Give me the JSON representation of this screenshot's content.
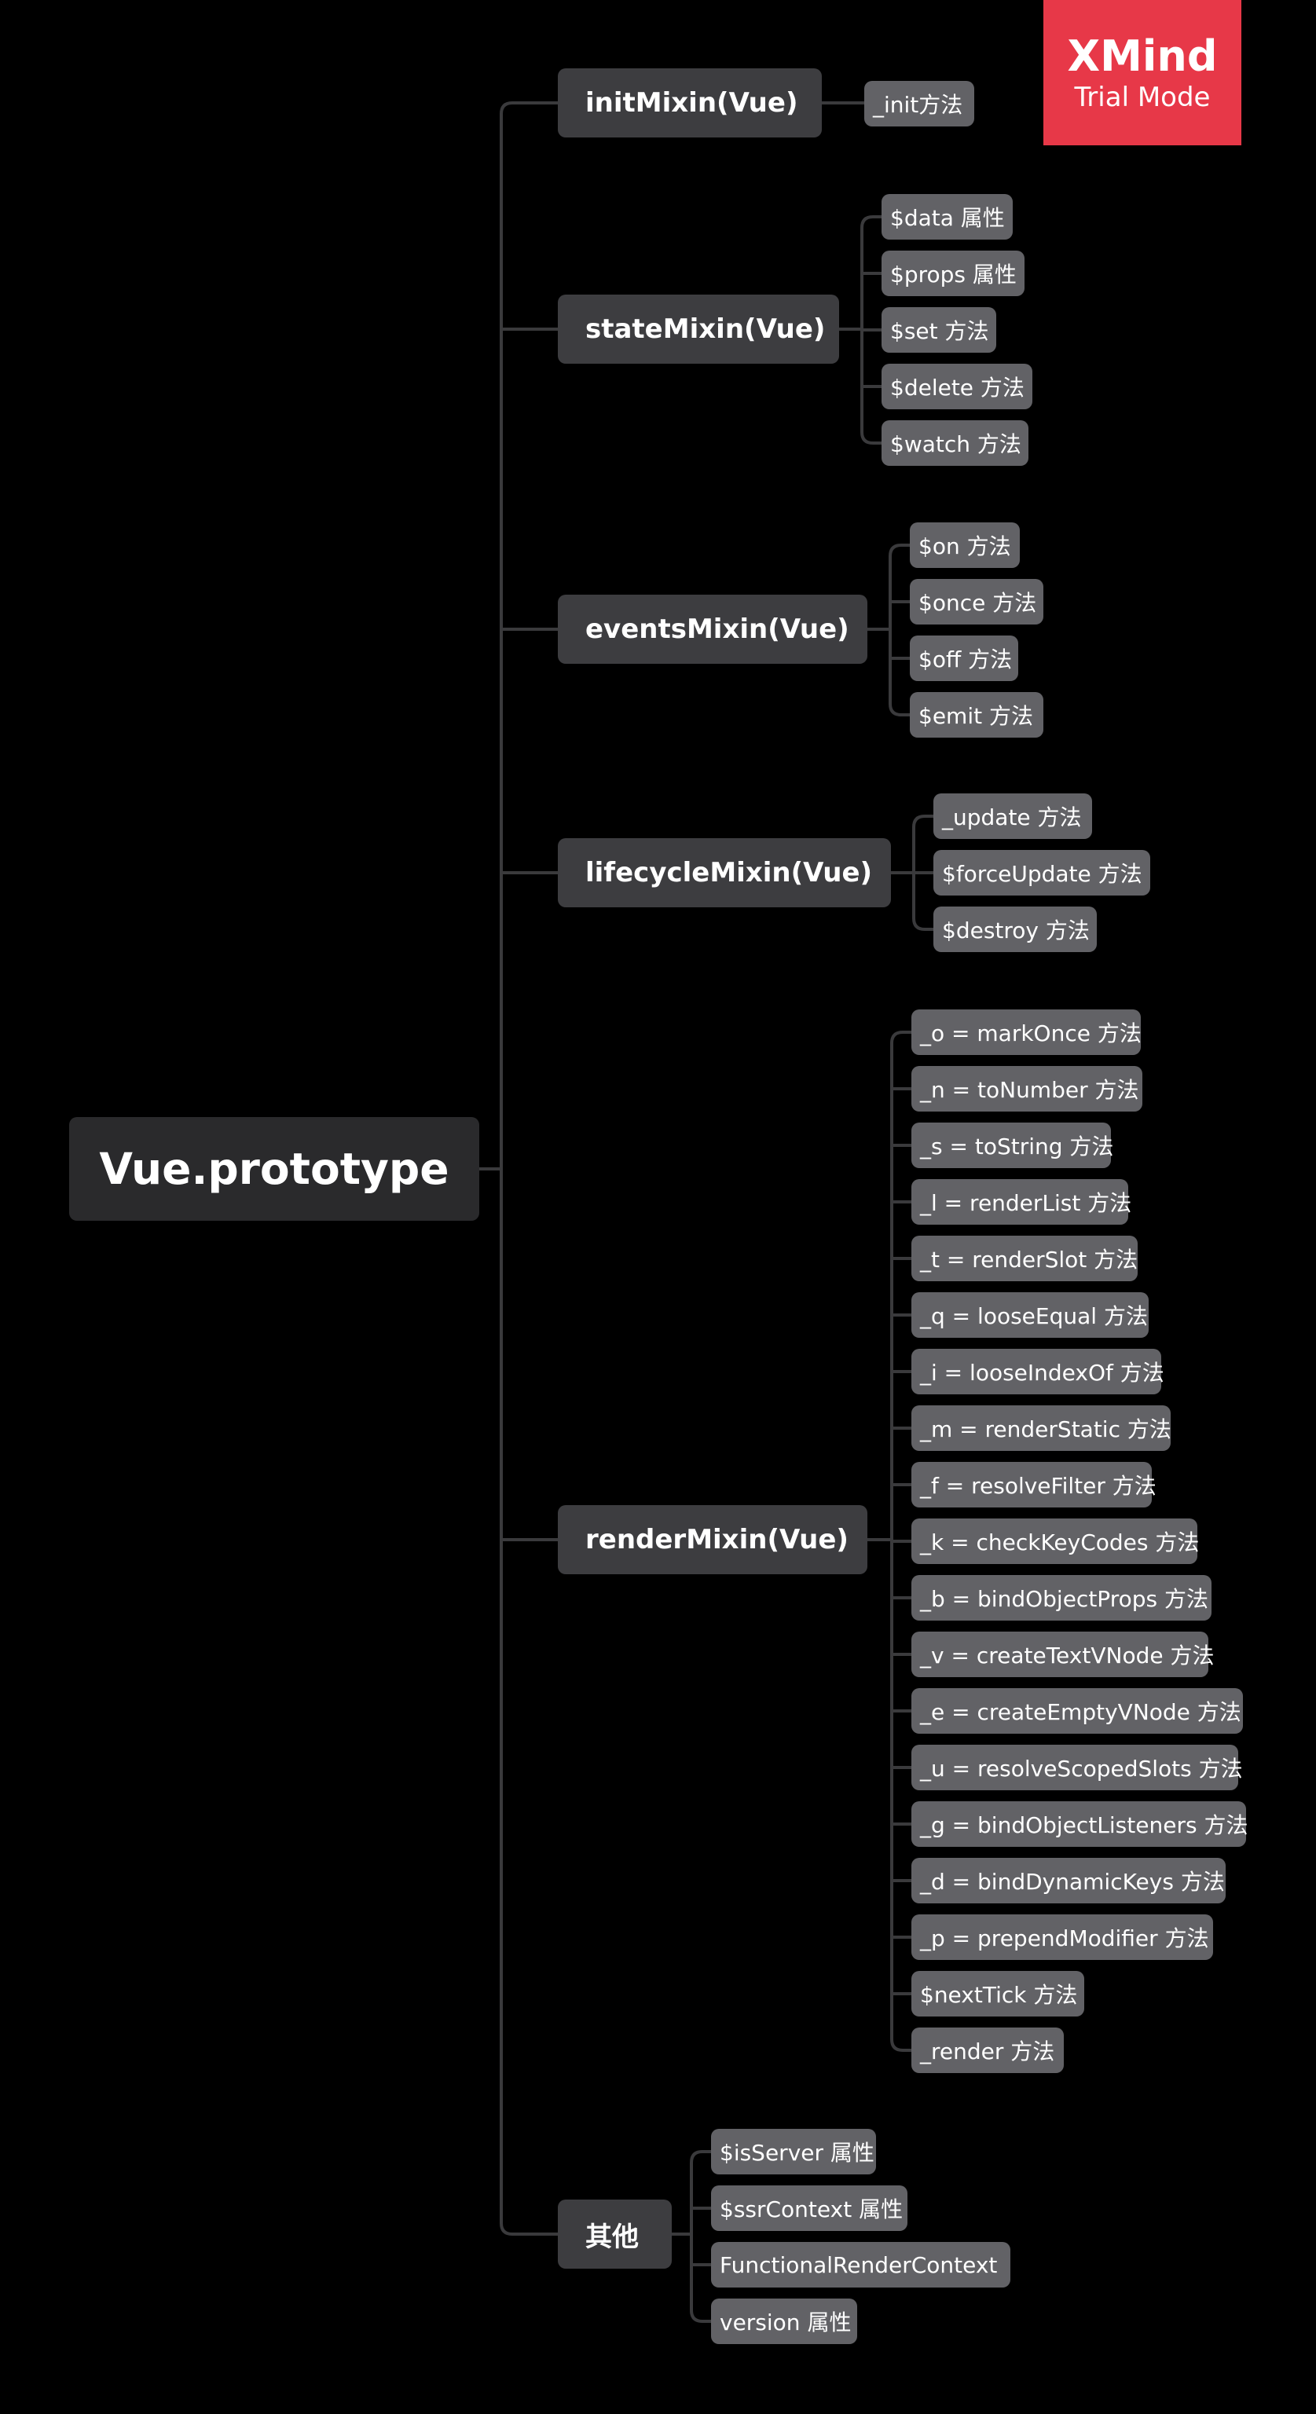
{
  "badge": {
    "brand": "XMind",
    "mode": "Trial Mode"
  },
  "root": {
    "label": "Vue.prototype"
  },
  "branches": [
    {
      "label": "initMixin(Vue)",
      "children": [
        "_init方法"
      ]
    },
    {
      "label": "stateMixin(Vue)",
      "children": [
        "$data 属性",
        "$props 属性",
        "$set 方法",
        "$delete 方法",
        "$watch 方法"
      ]
    },
    {
      "label": "eventsMixin(Vue)",
      "children": [
        "$on 方法",
        "$once 方法",
        "$off 方法",
        "$emit 方法"
      ]
    },
    {
      "label": "lifecycleMixin(Vue)",
      "children": [
        "_update 方法",
        "$forceUpdate 方法",
        "$destroy 方法"
      ]
    },
    {
      "label": "renderMixin(Vue)",
      "children": [
        "_o = markOnce 方法",
        "_n = toNumber 方法",
        "_s = toString 方法",
        "_l = renderList 方法",
        "_t = renderSlot 方法",
        "_q = looseEqual 方法",
        "_i = looseIndexOf 方法",
        "_m = renderStatic 方法",
        "_f = resolveFilter 方法",
        "_k = checkKeyCodes 方法",
        "_b = bindObjectProps 方法",
        "_v = createTextVNode 方法",
        "_e = createEmptyVNode 方法",
        "_u = resolveScopedSlots 方法",
        "_g = bindObjectListeners 方法",
        "_d = bindDynamicKeys 方法",
        "_p = prependModifier 方法",
        "$nextTick 方法",
        "_render 方法"
      ]
    },
    {
      "label": "其他",
      "children": [
        "$isServer 属性",
        "$ssrContext 属性",
        "FunctionalRenderContext",
        "version 属性"
      ]
    }
  ]
}
